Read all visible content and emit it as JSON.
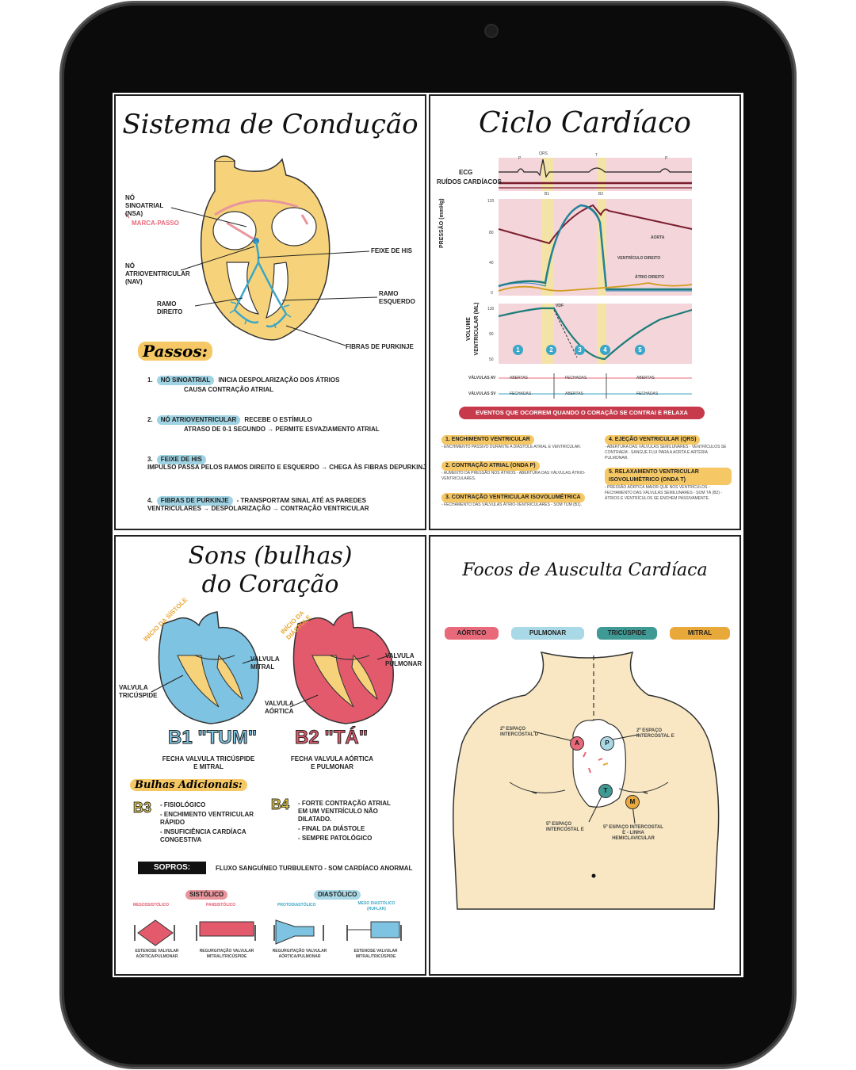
{
  "panel1": {
    "title": "Sistema de Condução",
    "labels": {
      "sinoatrial": "NÓ SINOATRIAL (NSA)",
      "marcapasso": "MARCA-PASSO",
      "atrioventricular": "NÓ ATRIOVENTRICULAR (NAV)",
      "ramo_direito": "RAMO DIREITO",
      "feixe_his": "FEIXE DE HIS",
      "ramo_esquerdo": "RAMO ESQUERDO",
      "fibras_purkinje": "FIBRAS DE PURKINJE"
    },
    "passos_title": "Passos:",
    "steps": [
      {
        "num": "1.",
        "key": "NÓ SINOATRIAL",
        "text": "INICIA DESPOLARIZAÇÃO DOS ÁTRIOS",
        "sub": "CAUSA CONTRAÇÃO ATRIAL"
      },
      {
        "num": "2.",
        "key": "NÓ ATRIOVENTRICULAR",
        "text": "RECEBE O ESTÍMULO",
        "sub": "ATRASO DE 0-1 SEGUNDO → PERMITE ESVAZIAMENTO ATRIAL"
      },
      {
        "num": "3.",
        "key": "FEIXE DE HIS",
        "text": "",
        "sub": "IMPULSO PASSA PELOS RAMOS DIREITO E ESQUERDO → CHEGA ÀS FIBRAS DEPURKINJE"
      },
      {
        "num": "4.",
        "key": "FIBRAS DE PURKINJE",
        "text": "- TRANSPORTAM SINAL ATÉ AS PAREDES",
        "sub": "VENTRICULARES → DESPOLARIZAÇÃO → CONTRAÇÃO VENTRICULAR"
      }
    ]
  },
  "panel2": {
    "title": "Ciclo Cardíaco",
    "ecg_label": "ECG",
    "ruidos_label": "RUÍDOS CARDÍACOS",
    "wave_labels": [
      "P",
      "QRS",
      "T",
      "P"
    ],
    "sound_labels": [
      "B1",
      "B2"
    ],
    "pressure_axis": "PRESSÃO (mmHg)",
    "pressure_ticks": [
      "120",
      "80",
      "40",
      "0"
    ],
    "curve_labels": {
      "aorta": "AORTA",
      "ventriculo": "VENTRÍCULO DIREITO",
      "atrio": "ÁTRIO DIREITO"
    },
    "volume_axis": "VOLUME VENTRICULAR (ML)",
    "volume_ticks": [
      "130",
      "90",
      "50"
    ],
    "vdf_label": "VDF",
    "phase_numbers": [
      "1",
      "2",
      "3",
      "4",
      "5"
    ],
    "valves": [
      {
        "name": "VÁLVULAS AV",
        "states": [
          "ABERTAS",
          "FECHADAS",
          "ABERTAS"
        ]
      },
      {
        "name": "VÁLVULAS SV",
        "states": [
          "FECHADAS",
          "ABERTAS",
          "FECHADAS"
        ]
      }
    ],
    "events_title": "EVENTOS QUE OCORREM QUANDO O CORAÇÃO SE CONTRAI E RELAXA",
    "events_left": [
      {
        "title": "1. ENCHIMENTO VENTRICULAR",
        "desc": "- ENCHIMENTO PASSIVO DURANTE A DIÁSTOLE ATRIAL E VENTRICULAR."
      },
      {
        "title": "2. CONTRAÇÃO ATRIAL (ONDA P)",
        "desc": "- AUMENTO DA PRESSÃO NOS ÁTRIOS - ABERTURA DAS VÁLVULAS ÁTRIO-VENTRICULARES."
      },
      {
        "title": "3. CONTRAÇÃO VENTRICULAR ISOVOLUMÉTRICA",
        "desc": "- FECHAMENTO DAS VÁLVULAS ÁTRIO-VENTRICULARES - SOM TUM (B1)."
      }
    ],
    "events_right": [
      {
        "title": "4. EJEÇÃO VENTRICULAR (QRS)",
        "desc": "- ABERTURA DAS VÁLVULAS SEMILUNARES - VENTRÍCULOS SE CONTRAEM - SANGUE FLUI PARA A AORTA E ARTÉRIA PULMONAR."
      },
      {
        "title": "5. RELAXAMENTO VENTRICULAR ISOVOLUMÉTRICO (ONDA T)",
        "desc": "- PRESSÃO AÓRTICA MAIOR QUE NOS VENTRÍCULOS - FECHAMENTO DAS VÁLVULAS SEMILUNARES - SOM TÁ (B2) - ÁTRIOS E VENTRÍCULOS SE ENCHEM PASSIVAMENTE."
      }
    ]
  },
  "panel3": {
    "title_line1": "Sons (bulhas)",
    "title_line2": "do Coração",
    "inicio_sistole": "INÍCIO DA SÍSTOLE",
    "inicio_diastole": "INÍCIO DA DIÁSTOLE",
    "valvula_mitral": "VALVULA MITRAL",
    "valvula_tricuspide": "VALVULA TRICÚSPIDE",
    "valvula_pulmonar": "VALVULA PULMONAR",
    "valvula_aortica": "VALVULA AÓRTICA",
    "b1": "B1 \"TUM\"",
    "b1_desc": "FECHA VALVULA TRICÚSPIDE E MITRAL",
    "b2": "B2 \"TÁ\"",
    "b2_desc": "FECHA VALVULA AÓRTICA E PULMONAR",
    "adicionais_title": "Bulhas Adicionais:",
    "b3_tag": "B3",
    "b3_items": [
      "- FISIOLÓGICO",
      "- ENCHIMENTO VENTRICULAR RÁPIDO",
      "- INSUFICIÊNCIA CARDÍACA CONGESTIVA"
    ],
    "b4_tag": "B4",
    "b4_items": [
      "- FORTE CONTRAÇÃO ATRIAL EM UM VENTRÍCULO NÃO DILATADO.",
      "- FINAL DA DIÁSTOLE",
      "- SEMPRE PATOLÓGICO"
    ],
    "sopros_tag": "SOPROS:",
    "sopros_desc": "FLUXO SANGUÍNEO TURBULENTO - SOM CARDÍACO ANORMAL",
    "sistolico": "SISTÓLICO",
    "diastolico": "DIASTÓLICO",
    "murmurs": [
      {
        "label": "MESOSSISTÓLICO",
        "desc": "ESTENOSE VALVULAR AÓRTICA/PULMONAR"
      },
      {
        "label": "PANSISTÓLICO",
        "desc": "REGURGITAÇÃO VALVULAR MITRAL/TRICÚSPIDE"
      },
      {
        "label": "PROTODIASTÓLICO",
        "desc": "REGURGITAÇÃO VALVULAR AÓRTICA/PULMONAR"
      },
      {
        "label": "MESO DIASTÓLICO (RUFLAR)",
        "desc": "ESTENOSE VALVULAR MITRAL/TRICÚSPIDE"
      }
    ]
  },
  "panel4": {
    "title": "Focos de Ausculta Cardíaca",
    "legend": [
      {
        "label": "AÓRTICO",
        "color": "#e8697a"
      },
      {
        "label": "PULMONAR",
        "color": "#a9d8e6"
      },
      {
        "label": "TRICÚSPIDE",
        "color": "#3f9a96"
      },
      {
        "label": "MITRAL",
        "color": "#e9a93a"
      }
    ],
    "foci": [
      {
        "letter": "A",
        "color": "#e8697a",
        "desc": "2º ESPAÇO INTERCOSTAL D"
      },
      {
        "letter": "P",
        "color": "#a9d8e6",
        "desc": "2º ESPAÇO INTERCOSTAL E"
      },
      {
        "letter": "T",
        "color": "#3f9a96",
        "desc": "5º ESPAÇO INTERCOSTAL E"
      },
      {
        "letter": "M",
        "color": "#e9a93a",
        "desc": "5º ESPAÇO INTERCOSTAL E - LINHA HEMICLAVICULAR"
      }
    ]
  }
}
